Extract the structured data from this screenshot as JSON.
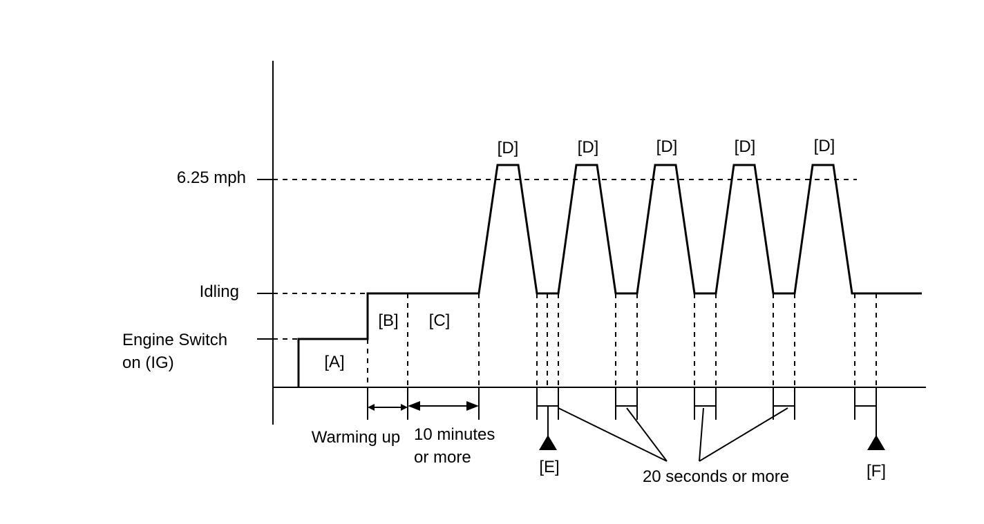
{
  "levels": {
    "speed": "6.25 mph",
    "idling": "Idling",
    "engine_switch_line1": "Engine Switch",
    "engine_switch_line2": "on (IG)"
  },
  "phases": {
    "a": "[A]",
    "b": "[B]",
    "c": "[C]",
    "d": [
      "[D]",
      "[D]",
      "[D]",
      "[D]",
      "[D]"
    ]
  },
  "durations": {
    "warming_up": "Warming up",
    "ten_minutes_line1": "10 minutes",
    "ten_minutes_line2": "or more",
    "twenty_seconds": "20 seconds or more"
  },
  "markers": {
    "e": "[E]",
    "f": "[F]"
  }
}
